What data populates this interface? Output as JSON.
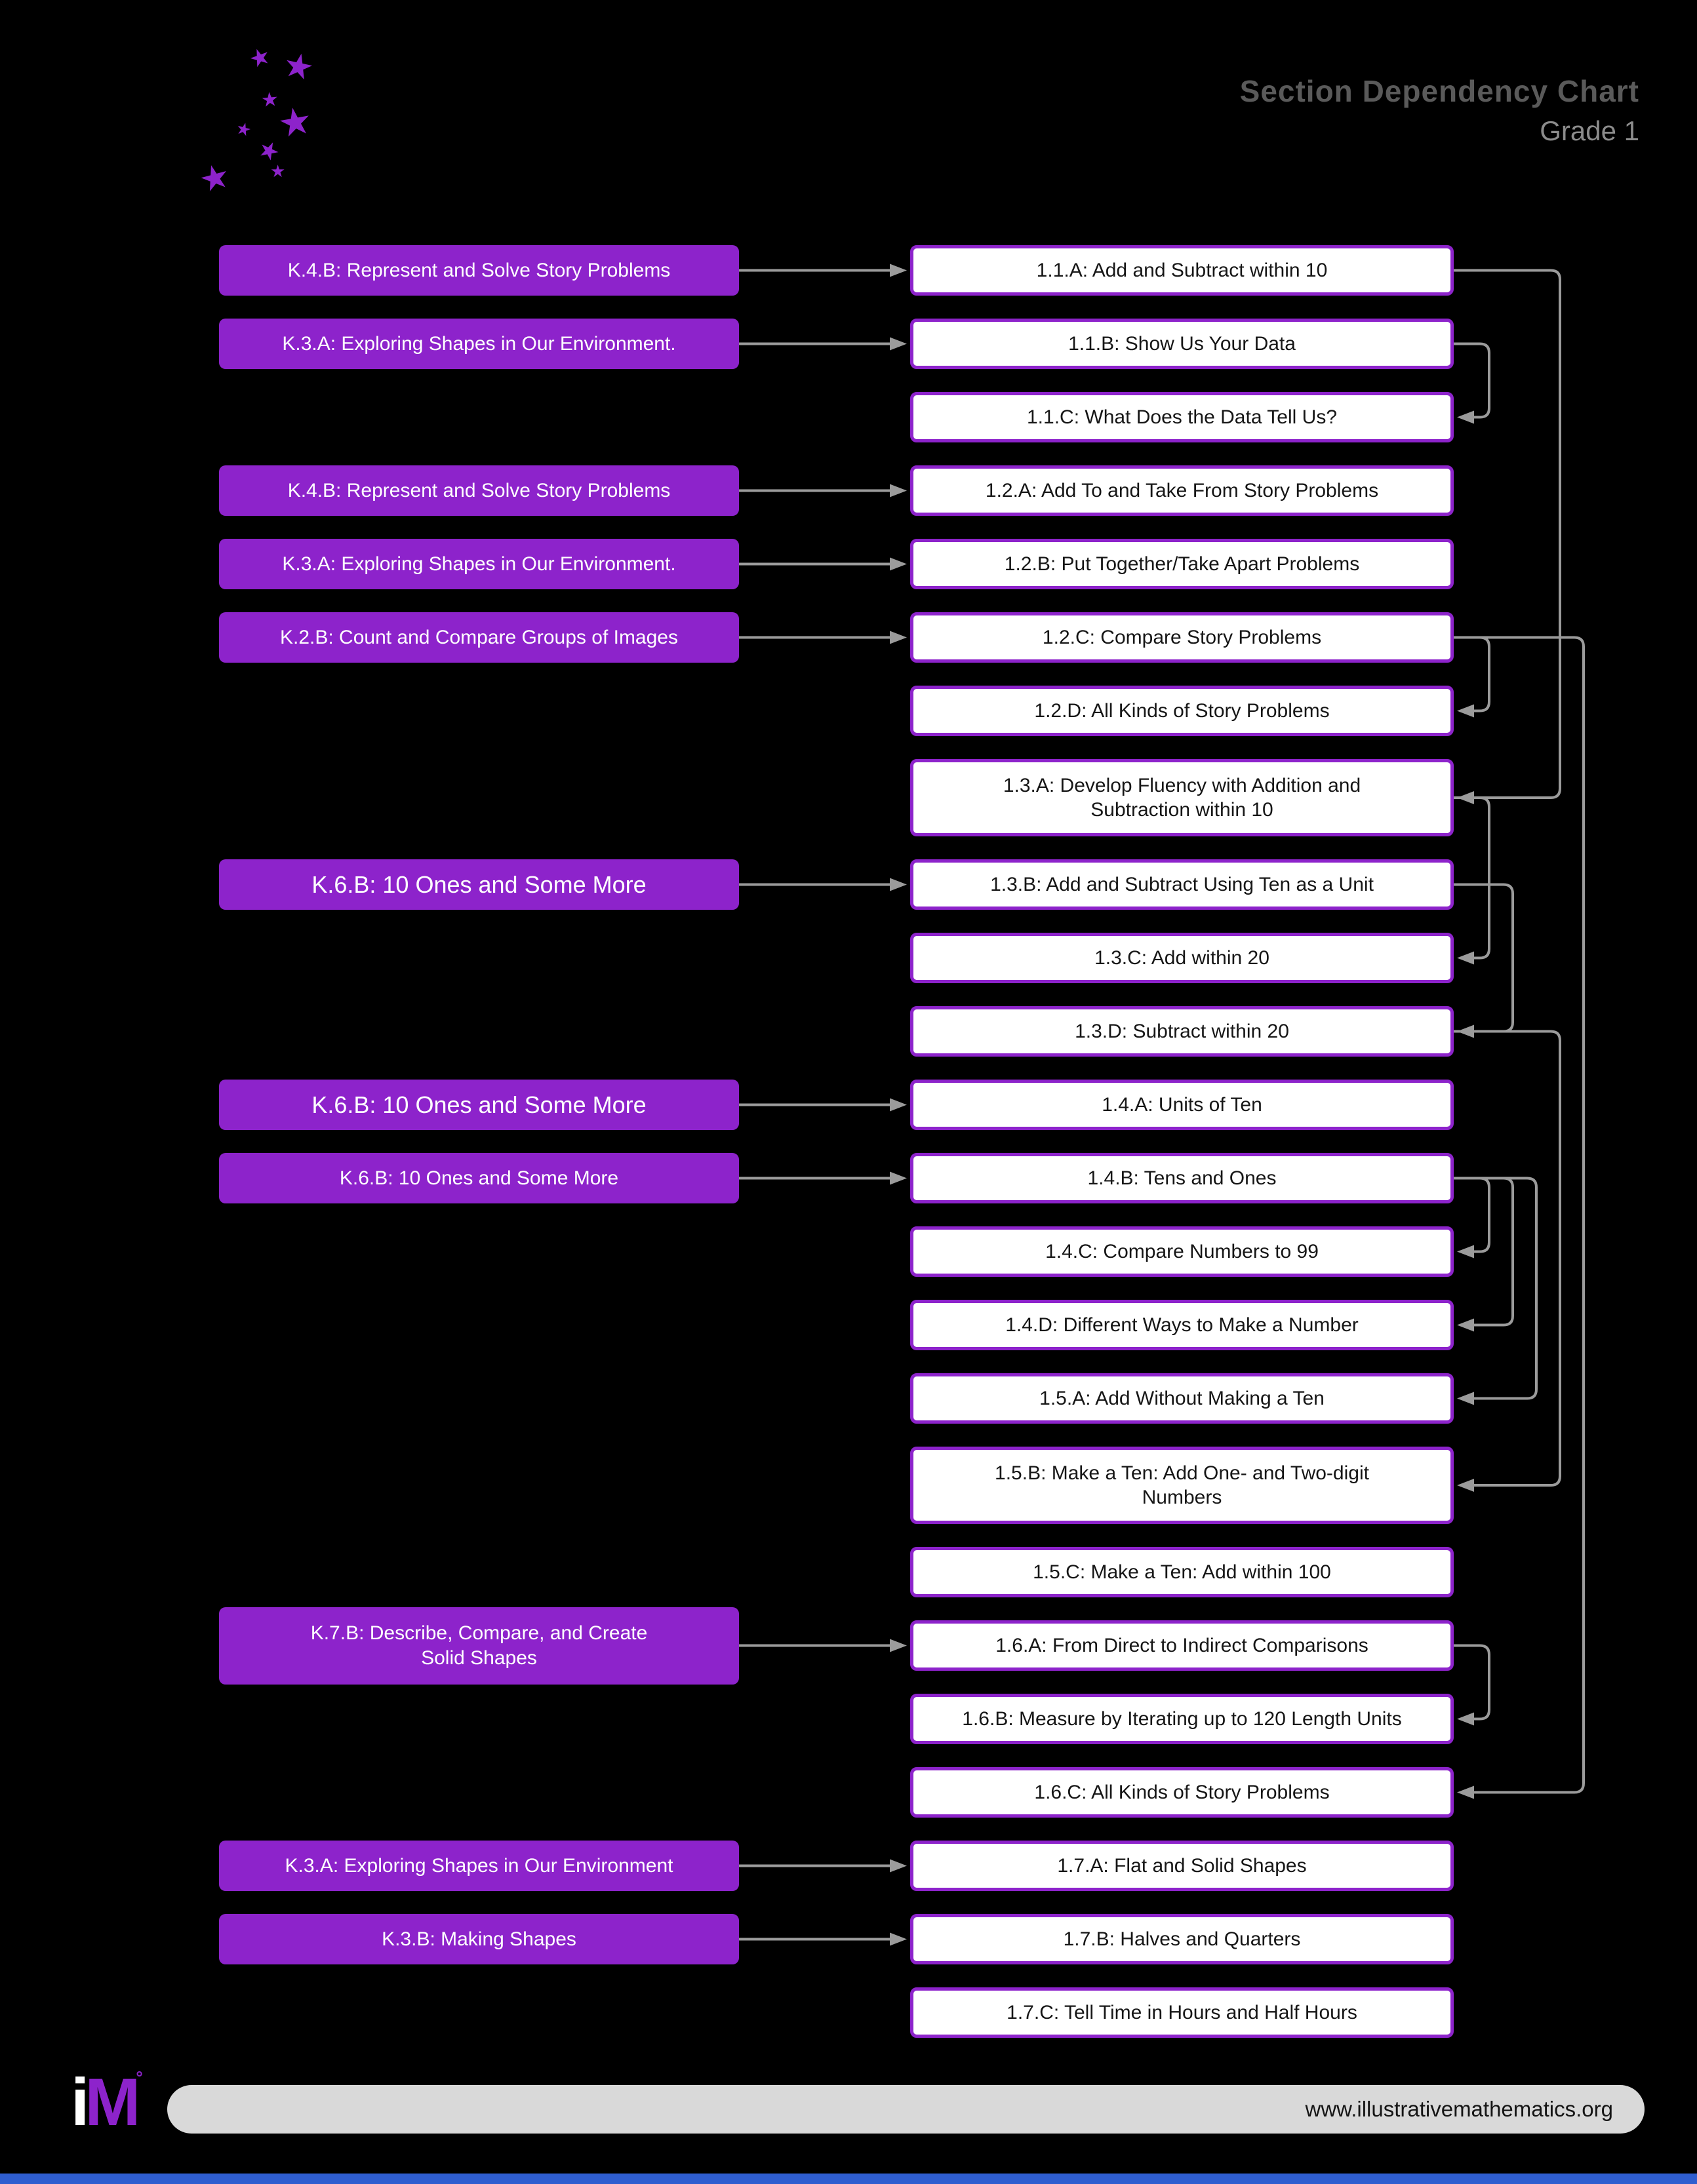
{
  "header": {
    "title": "Section Dependency Chart",
    "subtitle": "Grade 1"
  },
  "footer": {
    "url": "www.illustrativemathematics.org",
    "logo_i": "i",
    "logo_m": "M"
  },
  "colors": {
    "background": "#000000",
    "purple": "#8d23cb",
    "node_fill": "#ffffff",
    "node_text": "#161616",
    "prereq_text": "#ffffff",
    "connector": "#9b9b9b",
    "title_text": "#5a5a5a",
    "subtitle_text": "#8c8c8c",
    "footer_bar": "#d9d9d9",
    "footer_text": "#151515",
    "bottom_bar": "#2f5ed0"
  },
  "nodes": [
    {
      "id": "1.1.A",
      "label": "1.1.A: Add and Subtract within 10",
      "row": 0,
      "tall": false
    },
    {
      "id": "1.1.B",
      "label": "1.1.B: Show Us Your Data",
      "row": 1,
      "tall": false
    },
    {
      "id": "1.1.C",
      "label": "1.1.C: What Does the Data Tell Us?",
      "row": 2,
      "tall": false
    },
    {
      "id": "1.2.A",
      "label": "1.2.A: Add To and Take From Story Problems",
      "row": 3,
      "tall": false
    },
    {
      "id": "1.2.B",
      "label": "1.2.B: Put Together/Take Apart Problems",
      "row": 4,
      "tall": false
    },
    {
      "id": "1.2.C",
      "label": "1.2.C: Compare Story Problems",
      "row": 5,
      "tall": false
    },
    {
      "id": "1.2.D",
      "label": "1.2.D: All Kinds of Story Problems",
      "row": 6,
      "tall": false
    },
    {
      "id": "1.3.A",
      "label": "1.3.A: Develop Fluency with Addition and Subtraction within 10",
      "row": 7,
      "tall": true
    },
    {
      "id": "1.3.B",
      "label": "1.3.B: Add and Subtract Using Ten as a Unit",
      "row": 8,
      "tall": false
    },
    {
      "id": "1.3.C",
      "label": "1.3.C: Add within 20",
      "row": 9,
      "tall": false
    },
    {
      "id": "1.3.D",
      "label": "1.3.D: Subtract within 20",
      "row": 10,
      "tall": false
    },
    {
      "id": "1.4.A",
      "label": "1.4.A: Units of Ten",
      "row": 11,
      "tall": false
    },
    {
      "id": "1.4.B",
      "label": "1.4.B: Tens and Ones",
      "row": 12,
      "tall": false
    },
    {
      "id": "1.4.C",
      "label": "1.4.C: Compare Numbers to 99",
      "row": 13,
      "tall": false
    },
    {
      "id": "1.4.D",
      "label": "1.4.D: Different Ways to Make a Number",
      "row": 14,
      "tall": false
    },
    {
      "id": "1.5.A",
      "label": "1.5.A: Add Without Making a Ten",
      "row": 15,
      "tall": false
    },
    {
      "id": "1.5.B",
      "label": "1.5.B: Make a Ten: Add One- and Two-digit Numbers",
      "row": 16,
      "tall": true
    },
    {
      "id": "1.5.C",
      "label": "1.5.C: Make a Ten: Add within 100",
      "row": 17,
      "tall": false
    },
    {
      "id": "1.6.A",
      "label": "1.6.A: From Direct to Indirect Comparisons",
      "row": 18,
      "tall": false
    },
    {
      "id": "1.6.B",
      "label": "1.6.B: Measure by Iterating up to 120 Length Units",
      "row": 19,
      "tall": false
    },
    {
      "id": "1.6.C",
      "label": "1.6.C: All Kinds of Story Problems",
      "row": 20,
      "tall": false
    },
    {
      "id": "1.7.A",
      "label": "1.7.A: Flat and Solid Shapes",
      "row": 21,
      "tall": false
    },
    {
      "id": "1.7.B",
      "label": "1.7.B: Halves and Quarters",
      "row": 22,
      "tall": false
    },
    {
      "id": "1.7.C",
      "label": "1.7.C: Tell Time in Hours and Half Hours",
      "row": 23,
      "tall": false
    }
  ],
  "prerequisites": [
    {
      "label": "K.4.B: Represent and Solve Story Problems",
      "target": "1.1.A",
      "tall": false,
      "large": false
    },
    {
      "label": "K.3.A: Exploring Shapes in Our Environment.",
      "target": "1.1.B",
      "tall": false,
      "large": false
    },
    {
      "label": "K.4.B: Represent and Solve Story Problems",
      "target": "1.2.A",
      "tall": false,
      "large": false
    },
    {
      "label": "K.3.A: Exploring Shapes in Our Environment.",
      "target": "1.2.B",
      "tall": false,
      "large": false
    },
    {
      "label": "K.2.B: Count and Compare Groups of Images",
      "target": "1.2.C",
      "tall": false,
      "large": false
    },
    {
      "label": "K.6.B: 10 Ones and Some More",
      "target": "1.3.B",
      "tall": false,
      "large": true
    },
    {
      "label": "K.6.B: 10 Ones and Some More",
      "target": "1.4.A",
      "tall": false,
      "large": true
    },
    {
      "label": "K.6.B: 10 Ones and Some More",
      "target": "1.4.B",
      "tall": false,
      "large": false
    },
    {
      "label": "K.7.B: Describe, Compare, and Create Solid Shapes",
      "target": "1.6.A",
      "tall": true,
      "large": false
    },
    {
      "label": "K.3.A: Exploring Shapes in Our Environment",
      "target": "1.7.A",
      "tall": false,
      "large": false
    },
    {
      "label": "K.3.B: Making Shapes",
      "target": "1.7.B",
      "tall": false,
      "large": false
    }
  ],
  "edges": [
    {
      "from": "1.1.B",
      "to": "1.1.C",
      "lane": 1
    },
    {
      "from": "1.1.A",
      "to": "1.3.A",
      "lane": 4
    },
    {
      "from": "1.2.C",
      "to": "1.2.D",
      "lane": 1
    },
    {
      "from": "1.2.C",
      "to": "1.6.C",
      "lane": 5
    },
    {
      "from": "1.3.A",
      "to": "1.3.C",
      "lane": 1
    },
    {
      "from": "1.3.B",
      "to": "1.3.D",
      "lane": 2
    },
    {
      "from": "1.4.B",
      "to": "1.4.C",
      "lane": 1
    },
    {
      "from": "1.4.B",
      "to": "1.4.D",
      "lane": 2
    },
    {
      "from": "1.4.B",
      "to": "1.5.A",
      "lane": 3
    },
    {
      "from": "1.3.D",
      "to": "1.5.B",
      "lane": 4
    },
    {
      "from": "1.6.A",
      "to": "1.6.B",
      "lane": 1
    }
  ]
}
